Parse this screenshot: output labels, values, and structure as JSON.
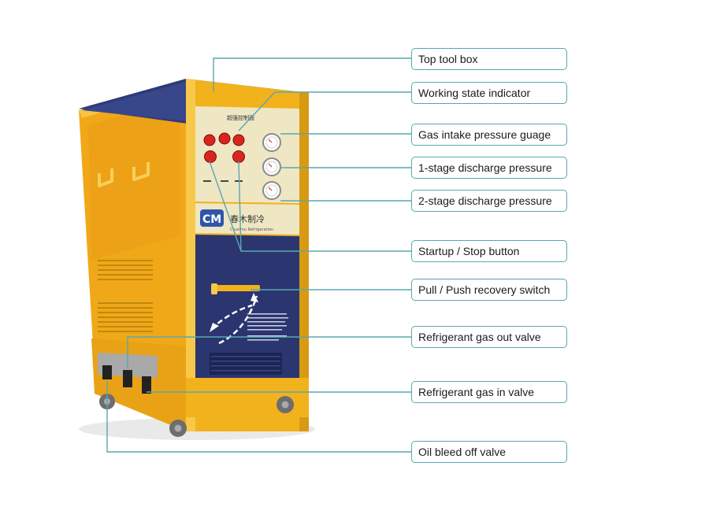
{
  "diagram": {
    "callouts": [
      {
        "id": "top-tool-box",
        "label": "Top tool box"
      },
      {
        "id": "working-state-indicator",
        "label": "Working state indicator"
      },
      {
        "id": "gas-intake-pressure-gauge",
        "label": "Gas intake pressure guage"
      },
      {
        "id": "stage1-discharge-pressure",
        "label": "1-stage discharge pressure"
      },
      {
        "id": "stage2-discharge-pressure",
        "label": "2-stage discharge pressure"
      },
      {
        "id": "startup-stop-button",
        "label": "Startup / Stop button"
      },
      {
        "id": "pull-push-recovery-switch",
        "label": "Pull / Push recovery switch"
      },
      {
        "id": "refrigerant-gas-out-valve",
        "label": "Refrigerant gas out valve"
      },
      {
        "id": "refrigerant-gas-in-valve",
        "label": "Refrigerant gas in valve"
      },
      {
        "id": "oil-bleed-off-valve",
        "label": "Oil bleed off valve"
      }
    ]
  },
  "machine": {
    "panel_title": "超强控制面",
    "brand_cn": "春木制冷",
    "brand_en": "Chunmu Refrigeration",
    "logo_letters": "CM"
  },
  "colors": {
    "body_yellow": "#f2b21c",
    "body_yellow_dark": "#c98a10",
    "panel_navy": "#2b3570",
    "panel_cream": "#efe6c4",
    "button_red": "#d8261e",
    "leader_line": "#5aa7ad",
    "callout_border": "#5aa7ad"
  }
}
